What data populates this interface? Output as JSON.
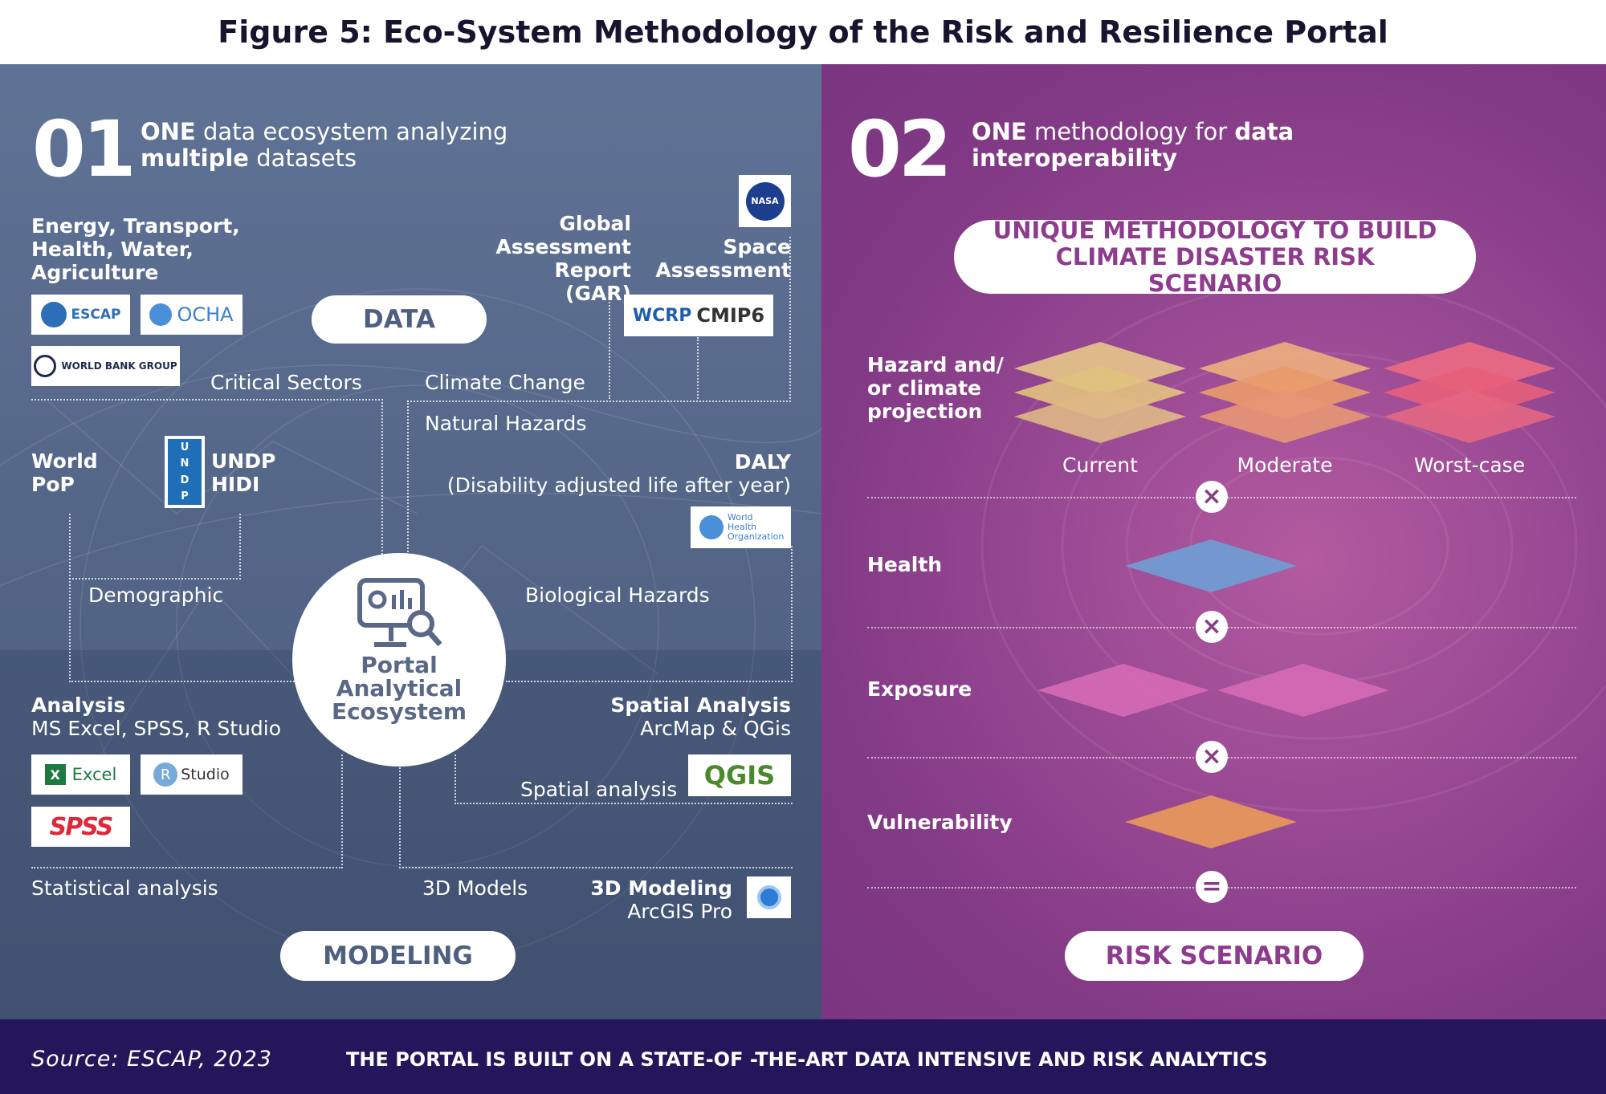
{
  "figure_title": "Figure 5: Eco-System Methodology of the Risk and Resilience Portal",
  "left": {
    "number": "01",
    "heading_bold1": "ONE",
    "heading_mid": " data ecosystem analyzing",
    "heading_bold2": "multiple",
    "heading_end": " datasets",
    "sectors_label": "Energy, Transport, Health, Water, Agriculture",
    "logo_escap": "ESCAP",
    "logo_ocha": "OCHA",
    "logo_worldbank": "WORLD BANK GROUP",
    "gar_label": "Global Assessment Report (GAR)",
    "space_label": "Space Assessment",
    "logo_nasa": "NASA",
    "logo_wcrp": "WCRP",
    "logo_cmip": "CMIP6",
    "data_pill": "DATA",
    "critical_sectors": "Critical Sectors",
    "climate_change": "Climate Change",
    "natural_hazards": "Natural Hazards",
    "world_pop": "World PoP",
    "undp_label": "UNDP HIDI",
    "undp_letters": [
      "U",
      "N",
      "D",
      "P"
    ],
    "daly_title": "DALY",
    "daly_sub": "(Disability adjusted life after year)",
    "logo_who": "World Health Organization",
    "demographic": "Demographic",
    "biological_hazards": "Biological Hazards",
    "center_label": "Portal Analytical Ecosystem",
    "analysis_title": "Analysis",
    "analysis_sub": "MS Excel, SPSS, R Studio",
    "logo_excel": "Excel",
    "logo_excel_x": "X",
    "logo_rstudio": "Studio",
    "logo_r": "R",
    "logo_spss": "SPSS",
    "spatial_title": "Spatial Analysis",
    "spatial_sub": "ArcMap & QGis",
    "logo_qgis": "QGIS",
    "spatial_analysis": "Spatial analysis",
    "statistical_analysis": "Statistical analysis",
    "models_3d": "3D Models",
    "modeling_3d_title": "3D Modeling",
    "modeling_3d_sub": "ArcGIS Pro",
    "modeling_pill": "MODELING"
  },
  "right": {
    "number": "02",
    "heading_bold1": "ONE",
    "heading_mid": " methodology for ",
    "heading_bold2": "data interoperability",
    "methodology_pill": "UNIQUE METHODOLOGY TO BUILD CLIMATE DISASTER RISK SCENARIO",
    "hazard_label": "Hazard and/ or climate projection",
    "scenarios": [
      "Current",
      "Moderate",
      "Worst-case"
    ],
    "health_label": "Health",
    "exposure_label": "Exposure",
    "vulnerability_label": "Vulnerability",
    "operator_multiply": "×",
    "operator_equals": "=",
    "risk_pill": "RISK SCENARIO"
  },
  "footer": {
    "source": "Source: ESCAP, 2023",
    "tagline": "THE PORTAL IS BUILT ON A STATE-OF -THE-ART DATA INTENSIVE AND RISK ANALYTICS"
  },
  "colors": {
    "left_panel": "#556789",
    "right_panel": "#9a4a94",
    "footer": "#23165a",
    "pill_text_left": "#4e5f80",
    "pill_text_right": "#8e3b8e",
    "current_diamond": "#e8cf7a",
    "moderate_diamond": "#f0a866",
    "worst_diamond": "#f06a7c",
    "health_diamond": "#6f9ed6",
    "exposure_diamond": "#d46bb6",
    "vulnerability_diamond": "#e89a5a"
  }
}
